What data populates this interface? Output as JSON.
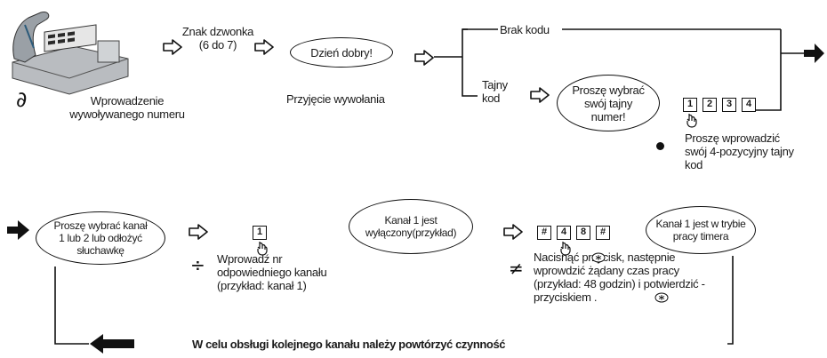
{
  "row1": {
    "caller_caption": "Wprowadzenie\nwywoływanego numeru",
    "ring_label": "Znak dzwonka\n(6 do 7)",
    "greeting_bubble": "Dzień dobry!",
    "accept_caption": "Przyjęcie wywołania",
    "no_code_label": "Brak kodu",
    "secret_code_label": "Tajny\nkod",
    "enter_code_bubble": "Proszę wybrać\nswój tajny\nnumer!",
    "code_keys": [
      "1",
      "2",
      "3",
      "4"
    ],
    "enter_code_caption": "Proszę wprowadzić\nswój 4-pozycyjny tajny\nkod"
  },
  "row2": {
    "choose_channel_bubble": "Proszę wybrać kanał\n1 lub 2 lub odłożyć\nsłuchawkę",
    "channel_key": "1",
    "channel_caption": "Wprowadź nr\nodpowiedniego kanału\n(przykład: kanał 1)",
    "channel_off_bubble": "Kanał 1 jest\nwyłączony(przykład)",
    "timer_keys": [
      "#",
      "4",
      "8",
      "#"
    ],
    "timer_caption": "Nacisnąć      przycisk, następnie\nwprowdzić żądany czas pracy\n(przykład: 48 godzin) i potwierdzić -\nprzyciskiem      .",
    "timer_mode_bubble": "Kanał 1 jest w trybie\npracy timera",
    "footer_note": "W celu obsługi kolejnego kanału należy powtórzyć czynność"
  },
  "symbols": {
    "partial": "∂",
    "divide": "÷",
    "not_equal": "≠"
  }
}
